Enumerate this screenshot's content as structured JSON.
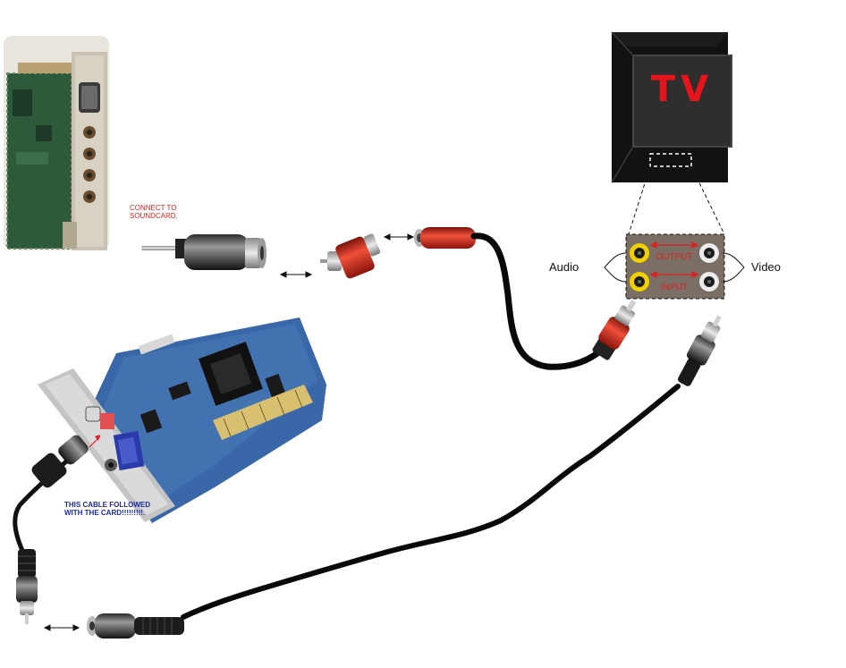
{
  "tv": {
    "screen_text": "TV"
  },
  "panel": {
    "top_label": "OUTPUT",
    "bottom_label": "INPUT"
  },
  "labels": {
    "audio": "Audio",
    "video": "Video",
    "soundcard_note": "CONNECT TO\nSOUNDCARD.",
    "cable_note": "THIS CABLE FOLLOWED\nWITH THE CARD!!!!!!!!!."
  },
  "colors": {
    "text_red": "#e02020",
    "text_blue": "#1a2aa8",
    "rca_red": "#d42a1c",
    "jack_yellow": "#f0d000",
    "tv_body": "#121212",
    "tv_screen": "#2e2e2e",
    "cable": "#080808"
  }
}
